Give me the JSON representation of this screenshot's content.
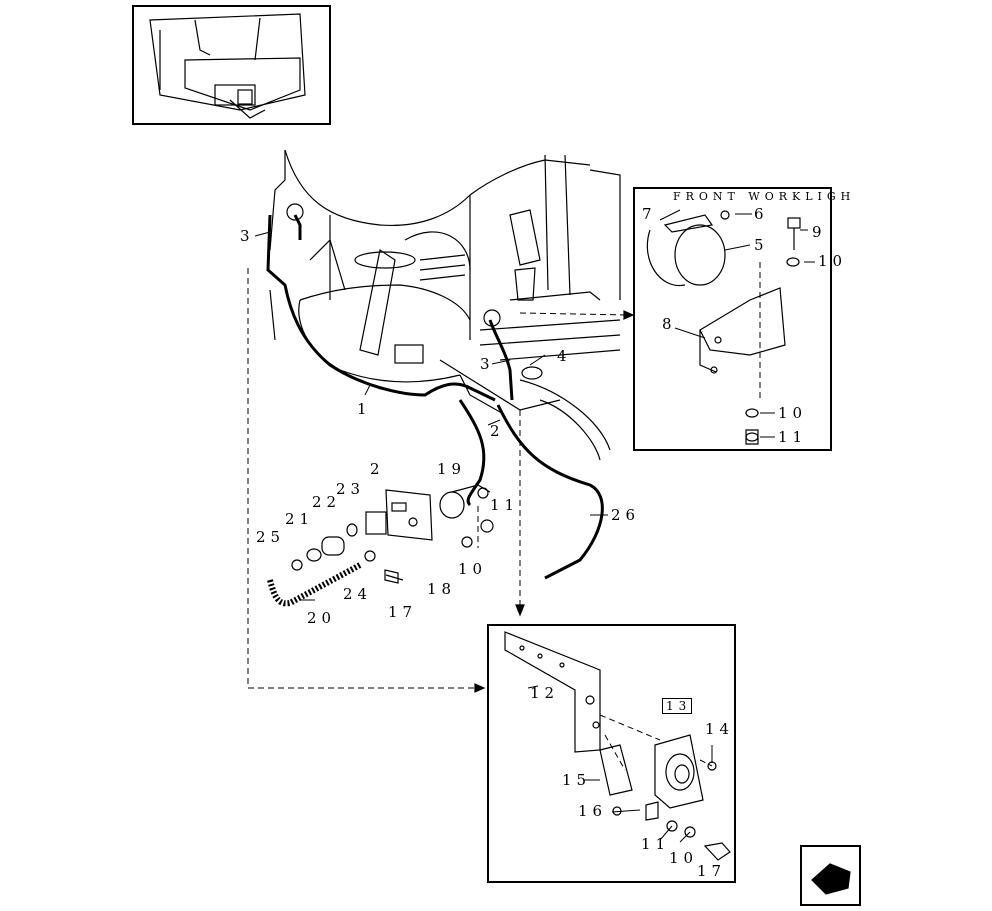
{
  "diagram": {
    "inset_panel_title": "FRONT WORKLIGH",
    "callouts": {
      "c1": "1",
      "c2": "2",
      "c3a": "3",
      "c3b": "3",
      "c4": "4",
      "c5": "5",
      "c6": "6",
      "c7": "7",
      "c8": "8",
      "c9": "9",
      "c10a": "10",
      "c10b": "10",
      "c10c": "10",
      "c10d": "10",
      "c11a": "11",
      "c11b": "11",
      "c11c": "11",
      "c12": "12",
      "c13": "13",
      "c14": "14",
      "c15": "15",
      "c16": "16",
      "c17a": "17",
      "c17b": "17",
      "c18": "18",
      "c19": "19",
      "c20": "20",
      "c21": "21",
      "c22": "22",
      "c23": "23",
      "c24": "24",
      "c25": "25",
      "c26": "26",
      "c2b": "2"
    }
  }
}
